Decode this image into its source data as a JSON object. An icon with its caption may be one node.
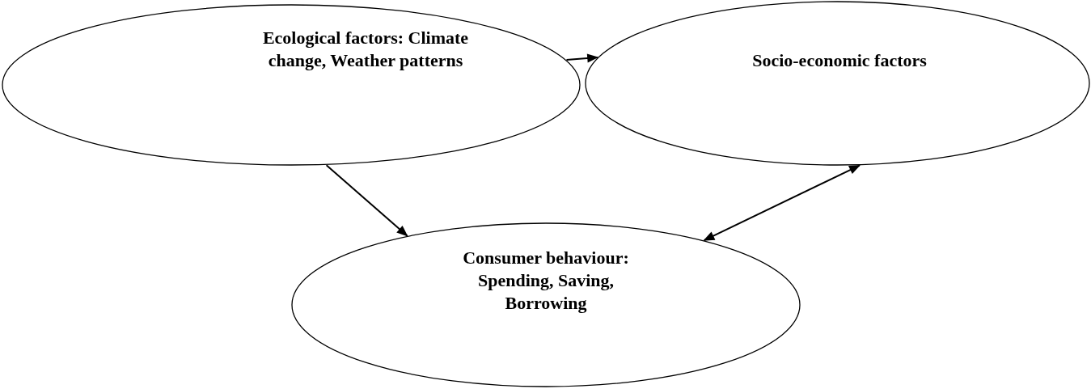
{
  "diagram": {
    "nodes": [
      {
        "text": [
          "Ecological factors: Climate change, Weather patterns"
        ]
      },
      {
        "text": [
          "Socio-economic factors"
        ]
      },
      {
        "text": [
          "Consumer behaviour: Spending, Saving, Borrowing"
        ]
      }
    ],
    "edges": [
      {
        "from": 0,
        "to": 1,
        "arrow": "to"
      },
      {
        "from": 0,
        "to": 2,
        "arrow": "to"
      },
      {
        "from": 2,
        "to": 1,
        "arrow": "both"
      }
    ]
  }
}
